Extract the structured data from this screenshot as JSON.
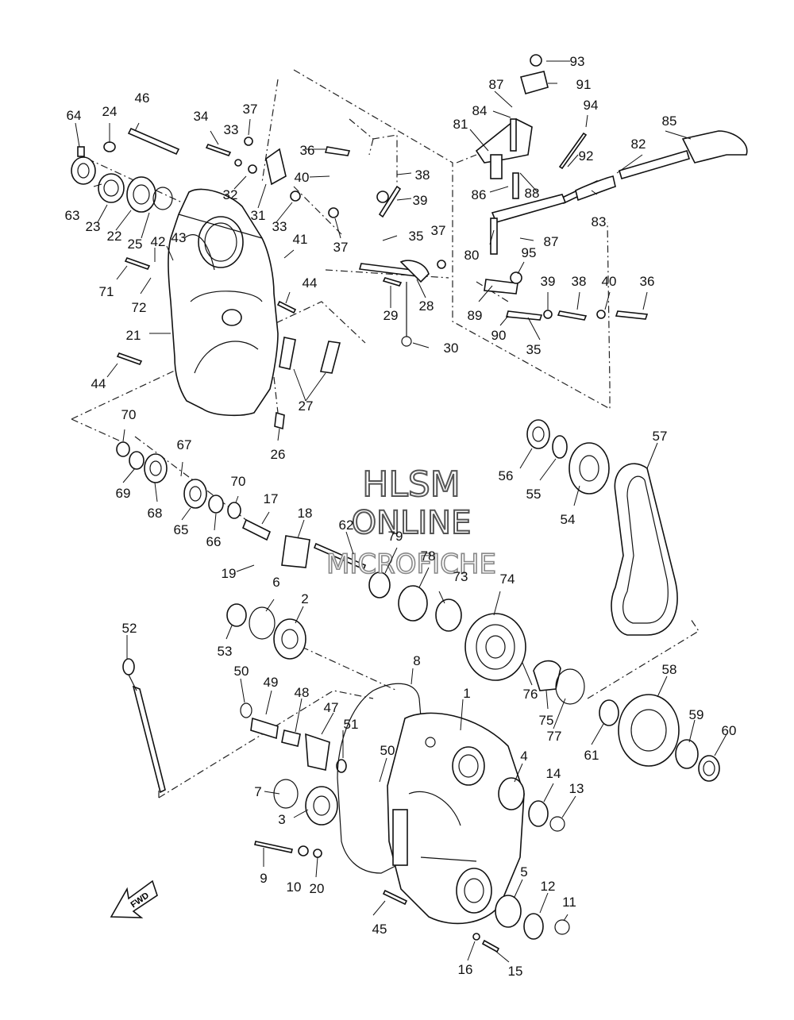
{
  "diagram": {
    "watermark": {
      "line1": "HLSM",
      "line2": "ONLINE",
      "line3": "MICROFICHE"
    },
    "fwd_label": "FWD",
    "callouts": [
      "1",
      "2",
      "3",
      "4",
      "5",
      "6",
      "7",
      "8",
      "9",
      "10",
      "11",
      "12",
      "13",
      "14",
      "15",
      "16",
      "17",
      "18",
      "19",
      "20",
      "21",
      "22",
      "23",
      "24",
      "25",
      "26",
      "27",
      "28",
      "29",
      "30",
      "31",
      "32",
      "33",
      "34",
      "35",
      "36",
      "37",
      "38",
      "39",
      "40",
      "41",
      "42",
      "43",
      "44",
      "45",
      "46",
      "47",
      "48",
      "49",
      "50",
      "51",
      "52",
      "53",
      "54",
      "55",
      "56",
      "57",
      "58",
      "59",
      "60",
      "61",
      "62",
      "63",
      "64",
      "65",
      "66",
      "67",
      "68",
      "69",
      "70",
      "71",
      "72",
      "73",
      "74",
      "75",
      "76",
      "77",
      "78",
      "79",
      "80",
      "81",
      "82",
      "83",
      "84",
      "85",
      "86",
      "87",
      "88",
      "89",
      "90",
      "91",
      "92",
      "93",
      "94",
      "95"
    ]
  }
}
